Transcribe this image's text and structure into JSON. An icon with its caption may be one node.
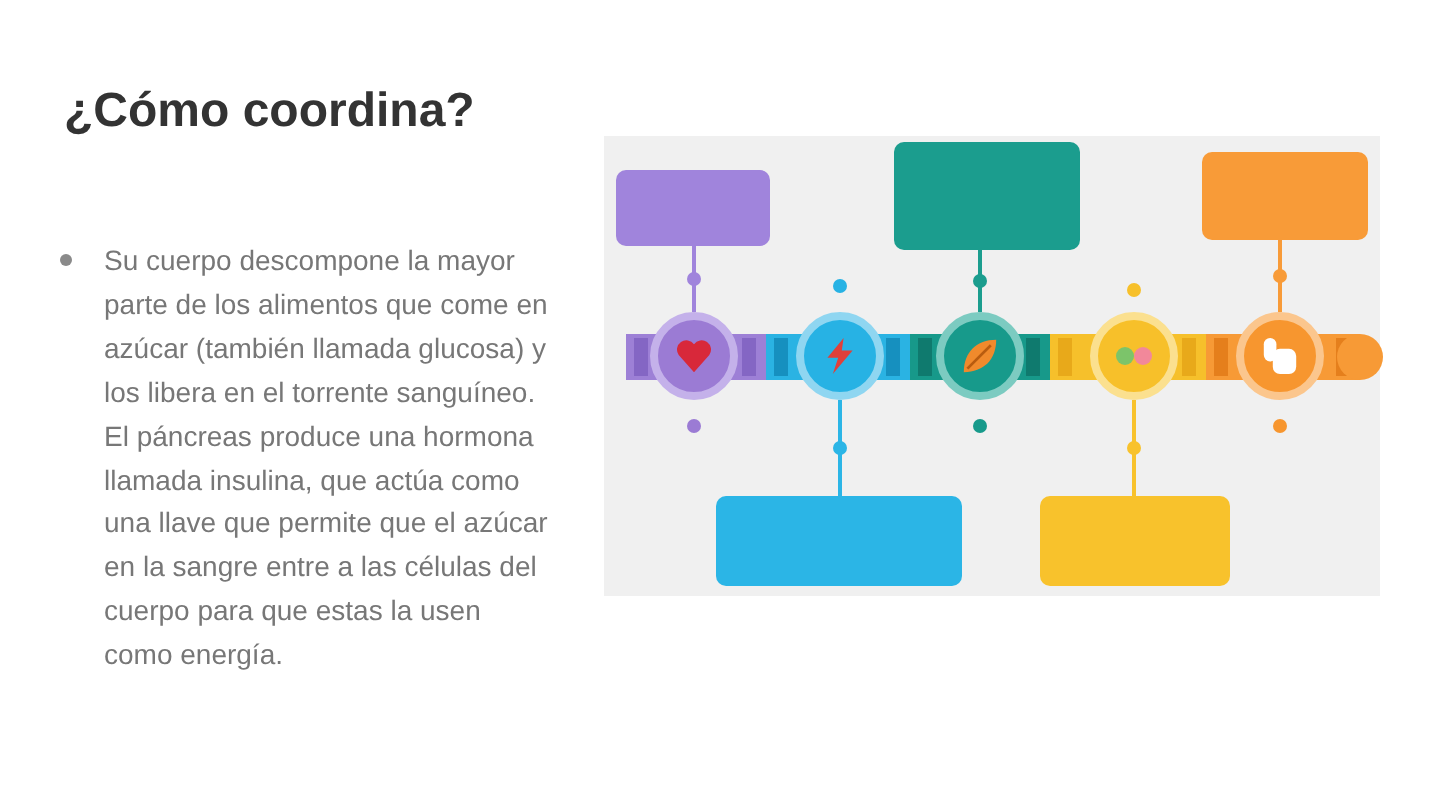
{
  "diagram": {
    "title": "¿Cómo coordina?",
    "nodes": [
      {
        "text": [],
        "shape": "box"
      },
      {
        "text": [],
        "shape": "box"
      },
      {
        "text": [],
        "shape": "box"
      },
      {
        "text": [],
        "shape": "circle"
      },
      {
        "text": [],
        "shape": "circle"
      },
      {
        "text": [],
        "shape": "circle"
      },
      {
        "text": [],
        "shape": "circle"
      },
      {
        "text": [],
        "shape": "circle"
      },
      {
        "text": [],
        "shape": "box"
      },
      {
        "text": [],
        "shape": "box"
      }
    ],
    "edges": [
      {
        "from": 0,
        "to": 3,
        "arrow": "none",
        "color": "#a084dc"
      },
      {
        "from": 1,
        "to": 5,
        "arrow": "none",
        "color": "#1b9d8e"
      },
      {
        "from": 2,
        "to": 7,
        "arrow": "none",
        "color": "#f89b38"
      },
      {
        "from": 4,
        "to": 8,
        "arrow": "none",
        "color": "#2bb5e6"
      },
      {
        "from": 6,
        "to": 9,
        "arrow": "none",
        "color": "#f8c22c"
      }
    ],
    "labels": [
      "Su cuerpo descompone la mayor parte de los alimentos que come en azúcar (también llamada glucosa) y los libera en el torrente sanguíneo. El páncreas produce una hormona llamada insulina, que actúa como una llave que permite que el azúcar en la sangre entre a las células del cuerpo para que estas la usen como energía."
    ]
  }
}
